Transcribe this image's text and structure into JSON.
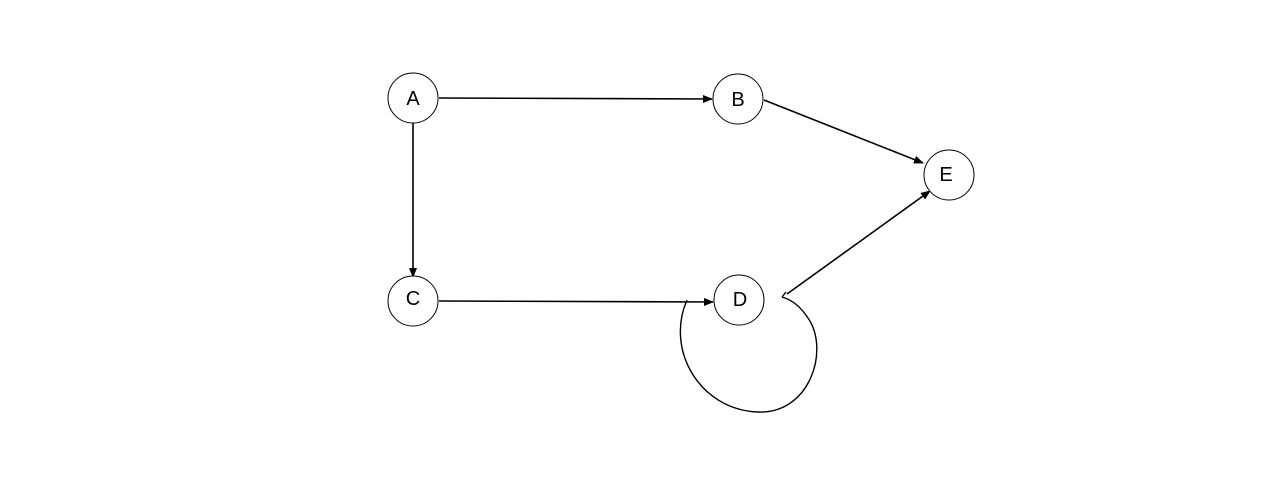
{
  "diagram": {
    "nodes": [
      {
        "id": "A",
        "label": "A"
      },
      {
        "id": "B",
        "label": "B"
      },
      {
        "id": "C",
        "label": "C"
      },
      {
        "id": "D",
        "label": "D"
      },
      {
        "id": "E",
        "label": "E"
      }
    ],
    "edges": [
      {
        "from": "A",
        "to": "B"
      },
      {
        "from": "A",
        "to": "C"
      },
      {
        "from": "B",
        "to": "E"
      },
      {
        "from": "C",
        "to": "D"
      },
      {
        "from": "D",
        "to": "D"
      },
      {
        "from": "D",
        "to": "E"
      }
    ]
  }
}
